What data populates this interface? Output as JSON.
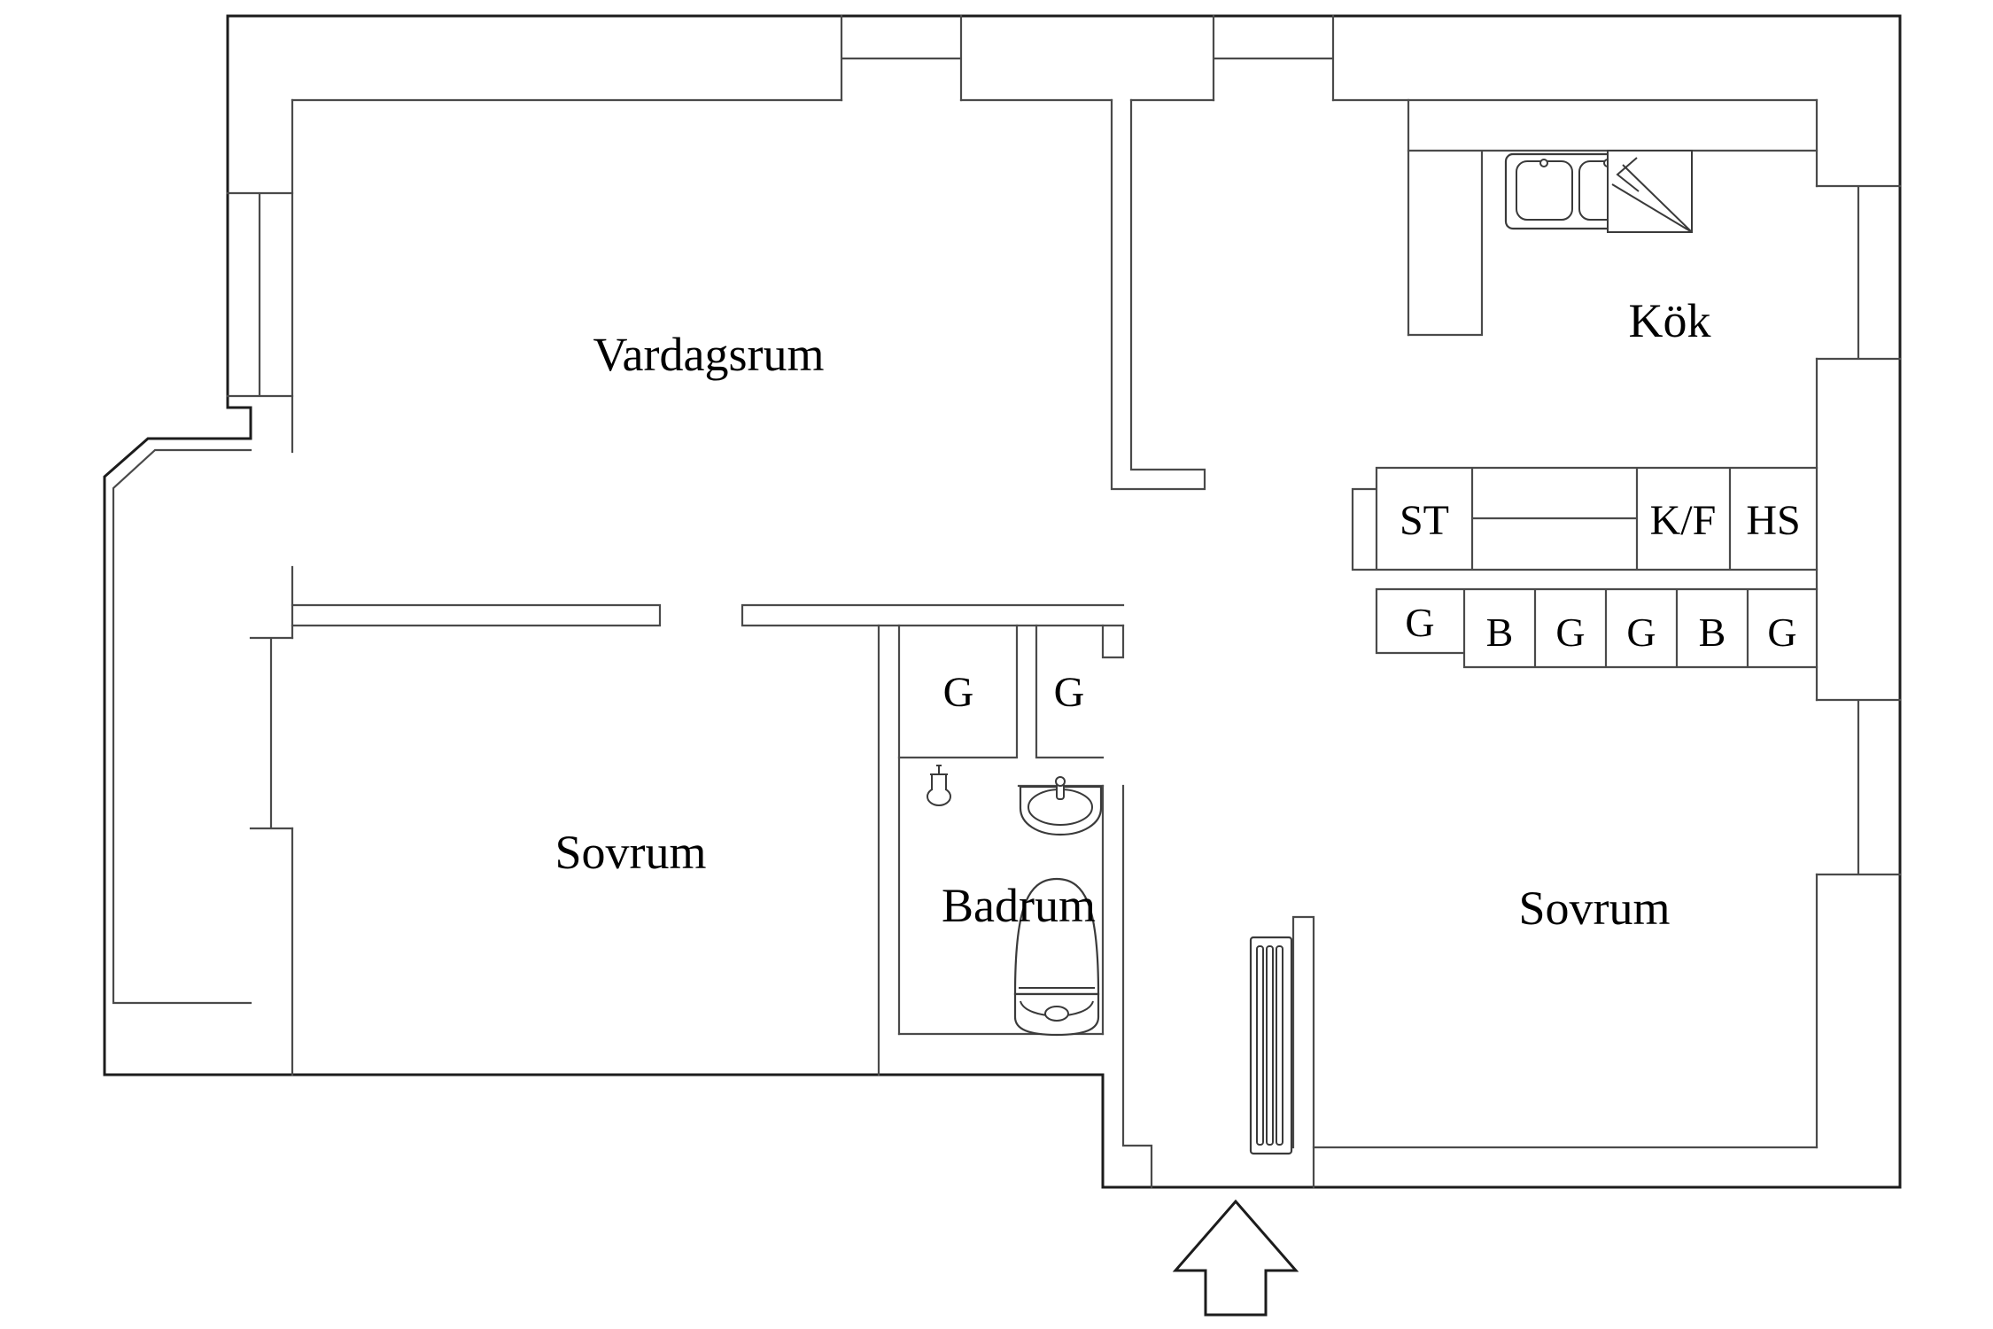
{
  "colors": {
    "background": "#ffffff",
    "outline": "#1c1c1c",
    "wall": "#4a4a4a",
    "fixture": "#3a3a3a",
    "text": "#000000"
  },
  "rooms": {
    "living_room": "Vardagsrum",
    "kitchen": "Kök",
    "bedroom_left": "Sovrum",
    "bedroom_right": "Sovrum",
    "bathroom": "Badrum"
  },
  "hall_closets_upper": [
    "ST",
    "K/F",
    "HS"
  ],
  "hall_closets_lower": [
    "G",
    "B",
    "G",
    "G",
    "B",
    "G"
  ],
  "bathroom_closets": [
    "G",
    "G"
  ]
}
